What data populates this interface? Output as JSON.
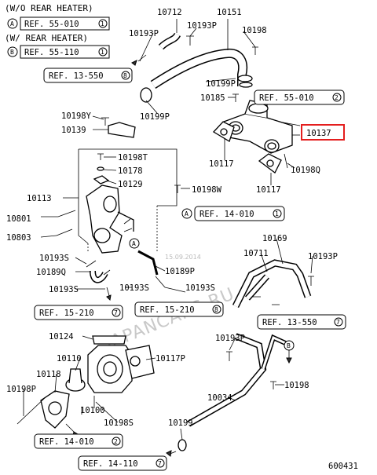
{
  "header": {
    "line1": "(W/O REAR HEATER)",
    "line2": "REF. 55-010",
    "line2_circle": "1",
    "line3": "(W/ REAR HEATER)",
    "line4": "REF. 55-110",
    "line4_circle": "1",
    "variant_a": "A",
    "variant_b": "B"
  },
  "refs": {
    "r13550": "REF. 13-550",
    "r13550_c": "8",
    "r55010": "REF. 55-010",
    "r55010_c": "2",
    "r14010_top": "REF. 14-010",
    "r14010_top_c": "1",
    "r14010_top_pre": "A",
    "r15210_left": "REF. 15-210",
    "r15210_left_c": "7",
    "r15210_mid": "REF. 15-210",
    "r15210_mid_c": "8",
    "r13550_right": "REF. 13-550",
    "r13550_right_c": "7",
    "r14010_bot": "REF. 14-010",
    "r14010_bot_c": "2",
    "r14110_bot": "REF. 14-110",
    "r14110_bot_c": "7"
  },
  "parts": {
    "p10712": "10712",
    "p10151": "10151",
    "p10193p_a": "10193P",
    "p10193p_b": "10193P",
    "p10198_top": "10198",
    "p10199p_top": "10199P",
    "p10185": "10185",
    "p10199p_mid": "10199P",
    "p10198y": "10198Y",
    "p10139": "10139",
    "p10137": "10137",
    "p10117_a": "10117",
    "p10198q": "10198Q",
    "p10117_b": "10117",
    "p10198t": "10198T",
    "p10178": "10178",
    "p10129": "10129",
    "p10198w": "10198W",
    "p10113": "10113",
    "p10801": "10801",
    "p10803": "10803",
    "p10193s_a": "10193S",
    "p10189q": "10189Q",
    "p10189p": "10189P",
    "p10193s_b": "10193S",
    "p10193s_c": "10193S",
    "p10193s_d": "10193S",
    "p10169": "10169",
    "p10711": "10711",
    "p10193p_r": "10193P",
    "p10124": "10124",
    "p10110": "10110",
    "p10117p": "10117P",
    "p10118": "10118",
    "p10198p": "10198P",
    "p10100": "10100",
    "p10198s": "10198S",
    "p10193p_bot": "10193P",
    "p10198_bot": "10198",
    "p10034": "10034",
    "p10199": "10199",
    "circle_a": "A",
    "circle_b": "B",
    "marker_a": "A"
  },
  "footer": {
    "code": "600431"
  },
  "watermark": {
    "text": "JAPANCARS.RU",
    "date": "15.09.2014"
  },
  "colors": {
    "highlight": "#e41e1e"
  }
}
